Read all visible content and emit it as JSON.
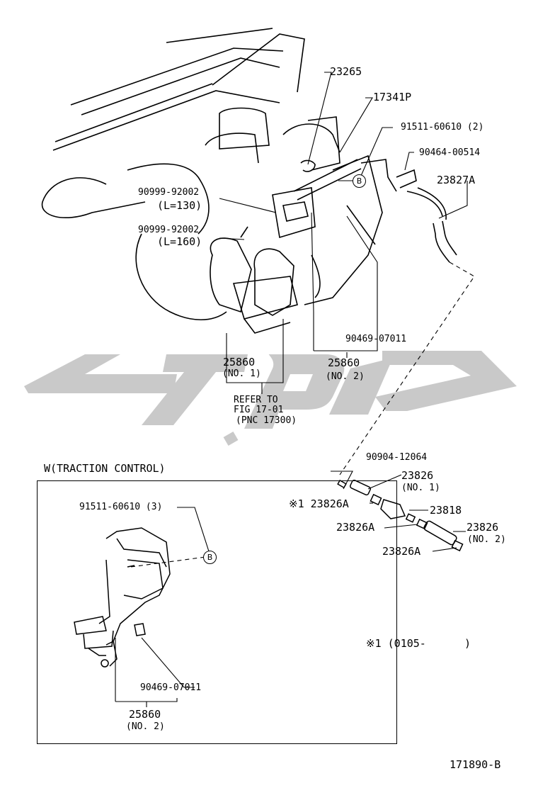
{
  "labels": {
    "p23265": "23265",
    "p17341p": "17341P",
    "p91511_2": "91511-60610 (2)",
    "p90464": "90464-00514",
    "p23827a": "23827A",
    "p90999_a": "90999-92002",
    "p90999_a_len": "(L=130)",
    "p90999_b": "90999-92002",
    "p90999_b_len": "(L=160)",
    "p90469_top": "90469-07011",
    "p25860_no2_top": "25860",
    "p25860_no2_top_sub": "(NO. 2)",
    "p25860_no1": "25860",
    "p25860_no1_sub": "(NO. 1)",
    "refer_1": "REFER TO",
    "refer_2": "FIG 17-01",
    "refer_3": "(PNC 17300)",
    "p90904": "90904-12064",
    "p23826_no1": "23826",
    "p23826_no1_sub": "(NO. 1)",
    "p23826a_star": "※1 23826A",
    "p23818": "23818",
    "p23826a_mid": "23826A",
    "p23826_no2": "23826",
    "p23826_no2_sub": "(NO. 2)",
    "p23826a_bottom": "23826A",
    "inset_title": "W(TRACTION CONTROL)",
    "p91511_3": "91511-60610 (3)",
    "p90469_inset": "90469-07011",
    "p25860_inset": "25860",
    "p25860_inset_sub": "(NO. 2)",
    "footnote": "※1 (0105-      )",
    "fig_id": "171890-B",
    "marker_b": "B"
  },
  "watermark": {
    "color": "#c8c8c8"
  }
}
